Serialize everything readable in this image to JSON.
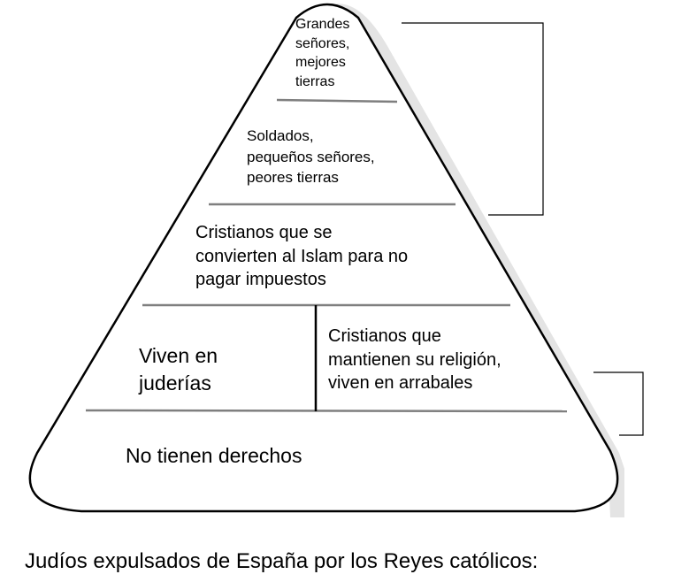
{
  "pyramid": {
    "tiers": [
      {
        "id": "tier-1",
        "text": "Grandes\nseñores,\nmejores\ntierras"
      },
      {
        "id": "tier-2",
        "text": "Soldados,\npequeños señores,\npeores tierras"
      },
      {
        "id": "tier-3",
        "text": "Cristianos que se\nconvierten al Islam para no\npagar impuestos"
      },
      {
        "id": "tier-4-left",
        "text": "Viven en\njuderías"
      },
      {
        "id": "tier-4-right",
        "text": "Cristianos que\nmantienen su religión,\nviven en arrabales"
      },
      {
        "id": "tier-5",
        "text": "No tienen derechos"
      }
    ],
    "colors": {
      "outline": "#000000",
      "divider": "#7f7f7f",
      "shadow": "#e4e4e4",
      "bracket": "#000000"
    }
  },
  "caption": "Judíos expulsados de España por los Reyes católicos:"
}
